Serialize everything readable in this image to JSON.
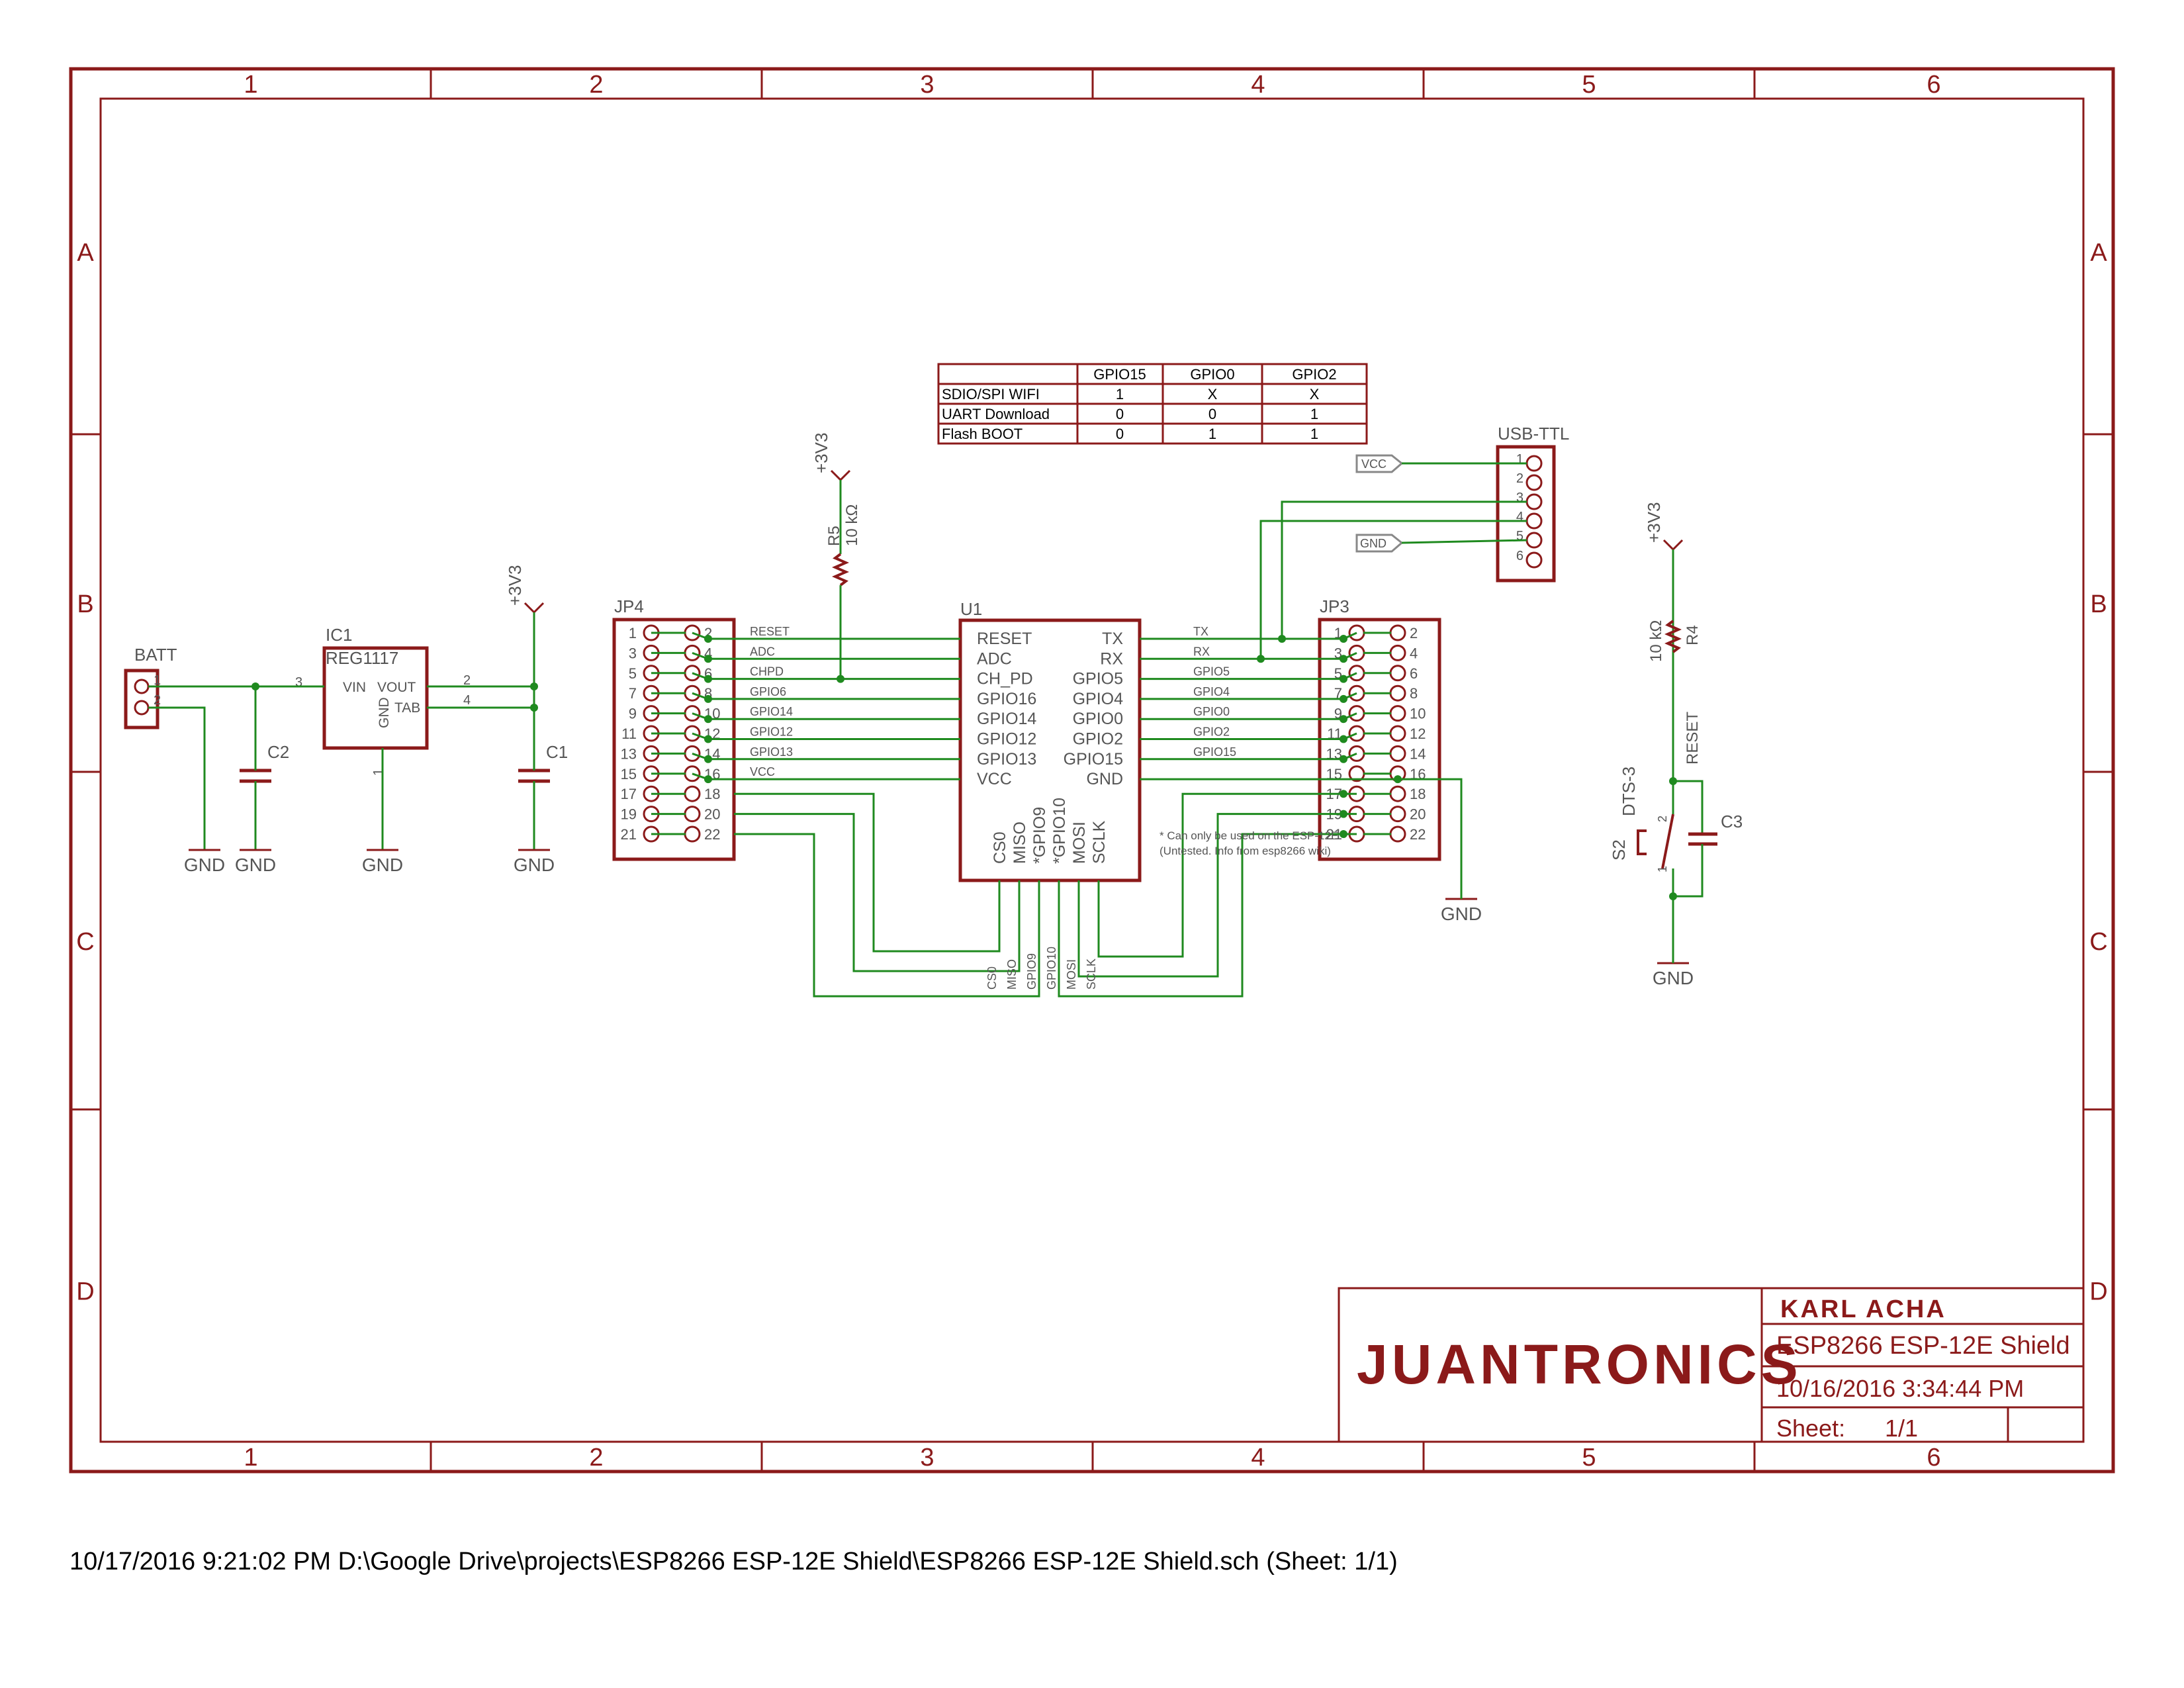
{
  "frame": {
    "columns": [
      "1",
      "2",
      "3",
      "4",
      "5",
      "6"
    ],
    "rows": [
      "A",
      "B",
      "C",
      "D"
    ]
  },
  "gpio_table": {
    "headers": [
      "",
      "GPIO15",
      "GPIO0",
      "GPIO2"
    ],
    "rows": [
      [
        "SDIO/SPI WIFI",
        "1",
        "X",
        "X"
      ],
      [
        "UART Download",
        "0",
        "0",
        "1"
      ],
      [
        "Flash BOOT",
        "0",
        "1",
        "1"
      ]
    ]
  },
  "components": {
    "batt": {
      "name": "BATT",
      "pins": [
        "1",
        "2"
      ]
    },
    "ic1": {
      "name": "IC1",
      "value": "REG1117",
      "vin": "VIN",
      "vout": "VOUT",
      "gnd": "GND",
      "tab": "TAB",
      "pins": [
        "3",
        "2",
        "4",
        "1"
      ]
    },
    "c1": {
      "name": "C1"
    },
    "c2": {
      "name": "C2"
    },
    "c3": {
      "name": "C3"
    },
    "r4": {
      "name": "R4",
      "value": "10 kΩ"
    },
    "r5": {
      "name": "R5",
      "value": "10 kΩ"
    },
    "s2": {
      "name": "S2",
      "value": "DTS-3",
      "pins": [
        "2",
        "1"
      ]
    },
    "jp4": {
      "name": "JP4",
      "pins": [
        "1",
        "2",
        "3",
        "4",
        "5",
        "6",
        "7",
        "8",
        "9",
        "10",
        "11",
        "12",
        "13",
        "14",
        "15",
        "16",
        "17",
        "18",
        "19",
        "20",
        "21",
        "22"
      ]
    },
    "jp3": {
      "name": "JP3",
      "pins": [
        "1",
        "2",
        "3",
        "4",
        "5",
        "6",
        "7",
        "8",
        "9",
        "10",
        "11",
        "12",
        "13",
        "14",
        "15",
        "16",
        "17",
        "18",
        "19",
        "20",
        "21",
        "22"
      ]
    },
    "usb_ttl": {
      "name": "USB-TTL",
      "pins": [
        "1",
        "2",
        "3",
        "4",
        "5",
        "6"
      ]
    },
    "u1": {
      "name": "U1",
      "left_pins": [
        "RESET",
        "ADC",
        "CH_PD",
        "GPIO16",
        "GPIO14",
        "GPIO12",
        "GPIO13",
        "VCC"
      ],
      "right_pins": [
        "TX",
        "RX",
        "GPIO5",
        "GPIO4",
        "GPIO0",
        "GPIO2",
        "GPIO15",
        "GND"
      ],
      "bottom_pins": [
        "CS0",
        "MISO",
        "*GPIO9",
        "*GPIO10",
        "MOSI",
        "SCLK"
      ]
    }
  },
  "supplies": {
    "v33": "+3V3",
    "gnd": "GND",
    "vcc_flag": "VCC",
    "gnd_flag": "GND"
  },
  "net_labels": {
    "jp4": [
      "RESET",
      "ADC",
      "CHPD",
      "GPIO6",
      "GPIO14",
      "GPIO12",
      "GPIO13",
      "VCC"
    ],
    "jp3": [
      "TX",
      "RX",
      "GPIO5",
      "GPIO4",
      "GPIO0",
      "GPIO2",
      "GPIO15"
    ],
    "bottom": [
      "CS0",
      "MISO",
      "GPIO9",
      "GPIO10",
      "MOSI",
      "SCLK"
    ],
    "reset": "RESET"
  },
  "note": [
    "* Can only be used on the ESP-12E",
    "(Untested. Info from esp8266 wiki)"
  ],
  "title_block": {
    "company": "JUANTRONICS",
    "author": "KARL ACHA",
    "title": "ESP8266 ESP-12E Shield",
    "date": "10/16/2016 3:34:44 PM",
    "sheet_label": "Sheet:",
    "sheet_value": "1/1"
  },
  "footer": "10/17/2016 9:21:02 PM  D:\\Google Drive\\projects\\ESP8266 ESP-12E Shield\\ESP8266 ESP-12E Shield.sch (Sheet: 1/1)"
}
